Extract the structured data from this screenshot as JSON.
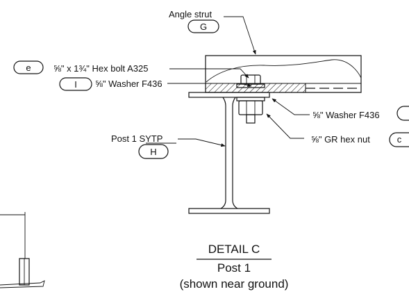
{
  "callouts": {
    "angle_strut": {
      "label": "Angle strut",
      "tag": "G"
    },
    "hex_bolt": {
      "label": "⅝\" x 1¾\" Hex bolt A325",
      "tag": "e"
    },
    "washer_top": {
      "label": "⅝\" Washer F436",
      "tag": "I"
    },
    "washer_right": {
      "label": "⅝\" Washer F436",
      "tag": ""
    },
    "hex_nut": {
      "label": "⅝\" GR hex nut",
      "tag": "c"
    },
    "post": {
      "label": "Post 1 SYTP",
      "tag": "H"
    }
  },
  "detail": {
    "title": "DETAIL C",
    "subtitle": "Post 1",
    "note": "(shown near ground)"
  }
}
